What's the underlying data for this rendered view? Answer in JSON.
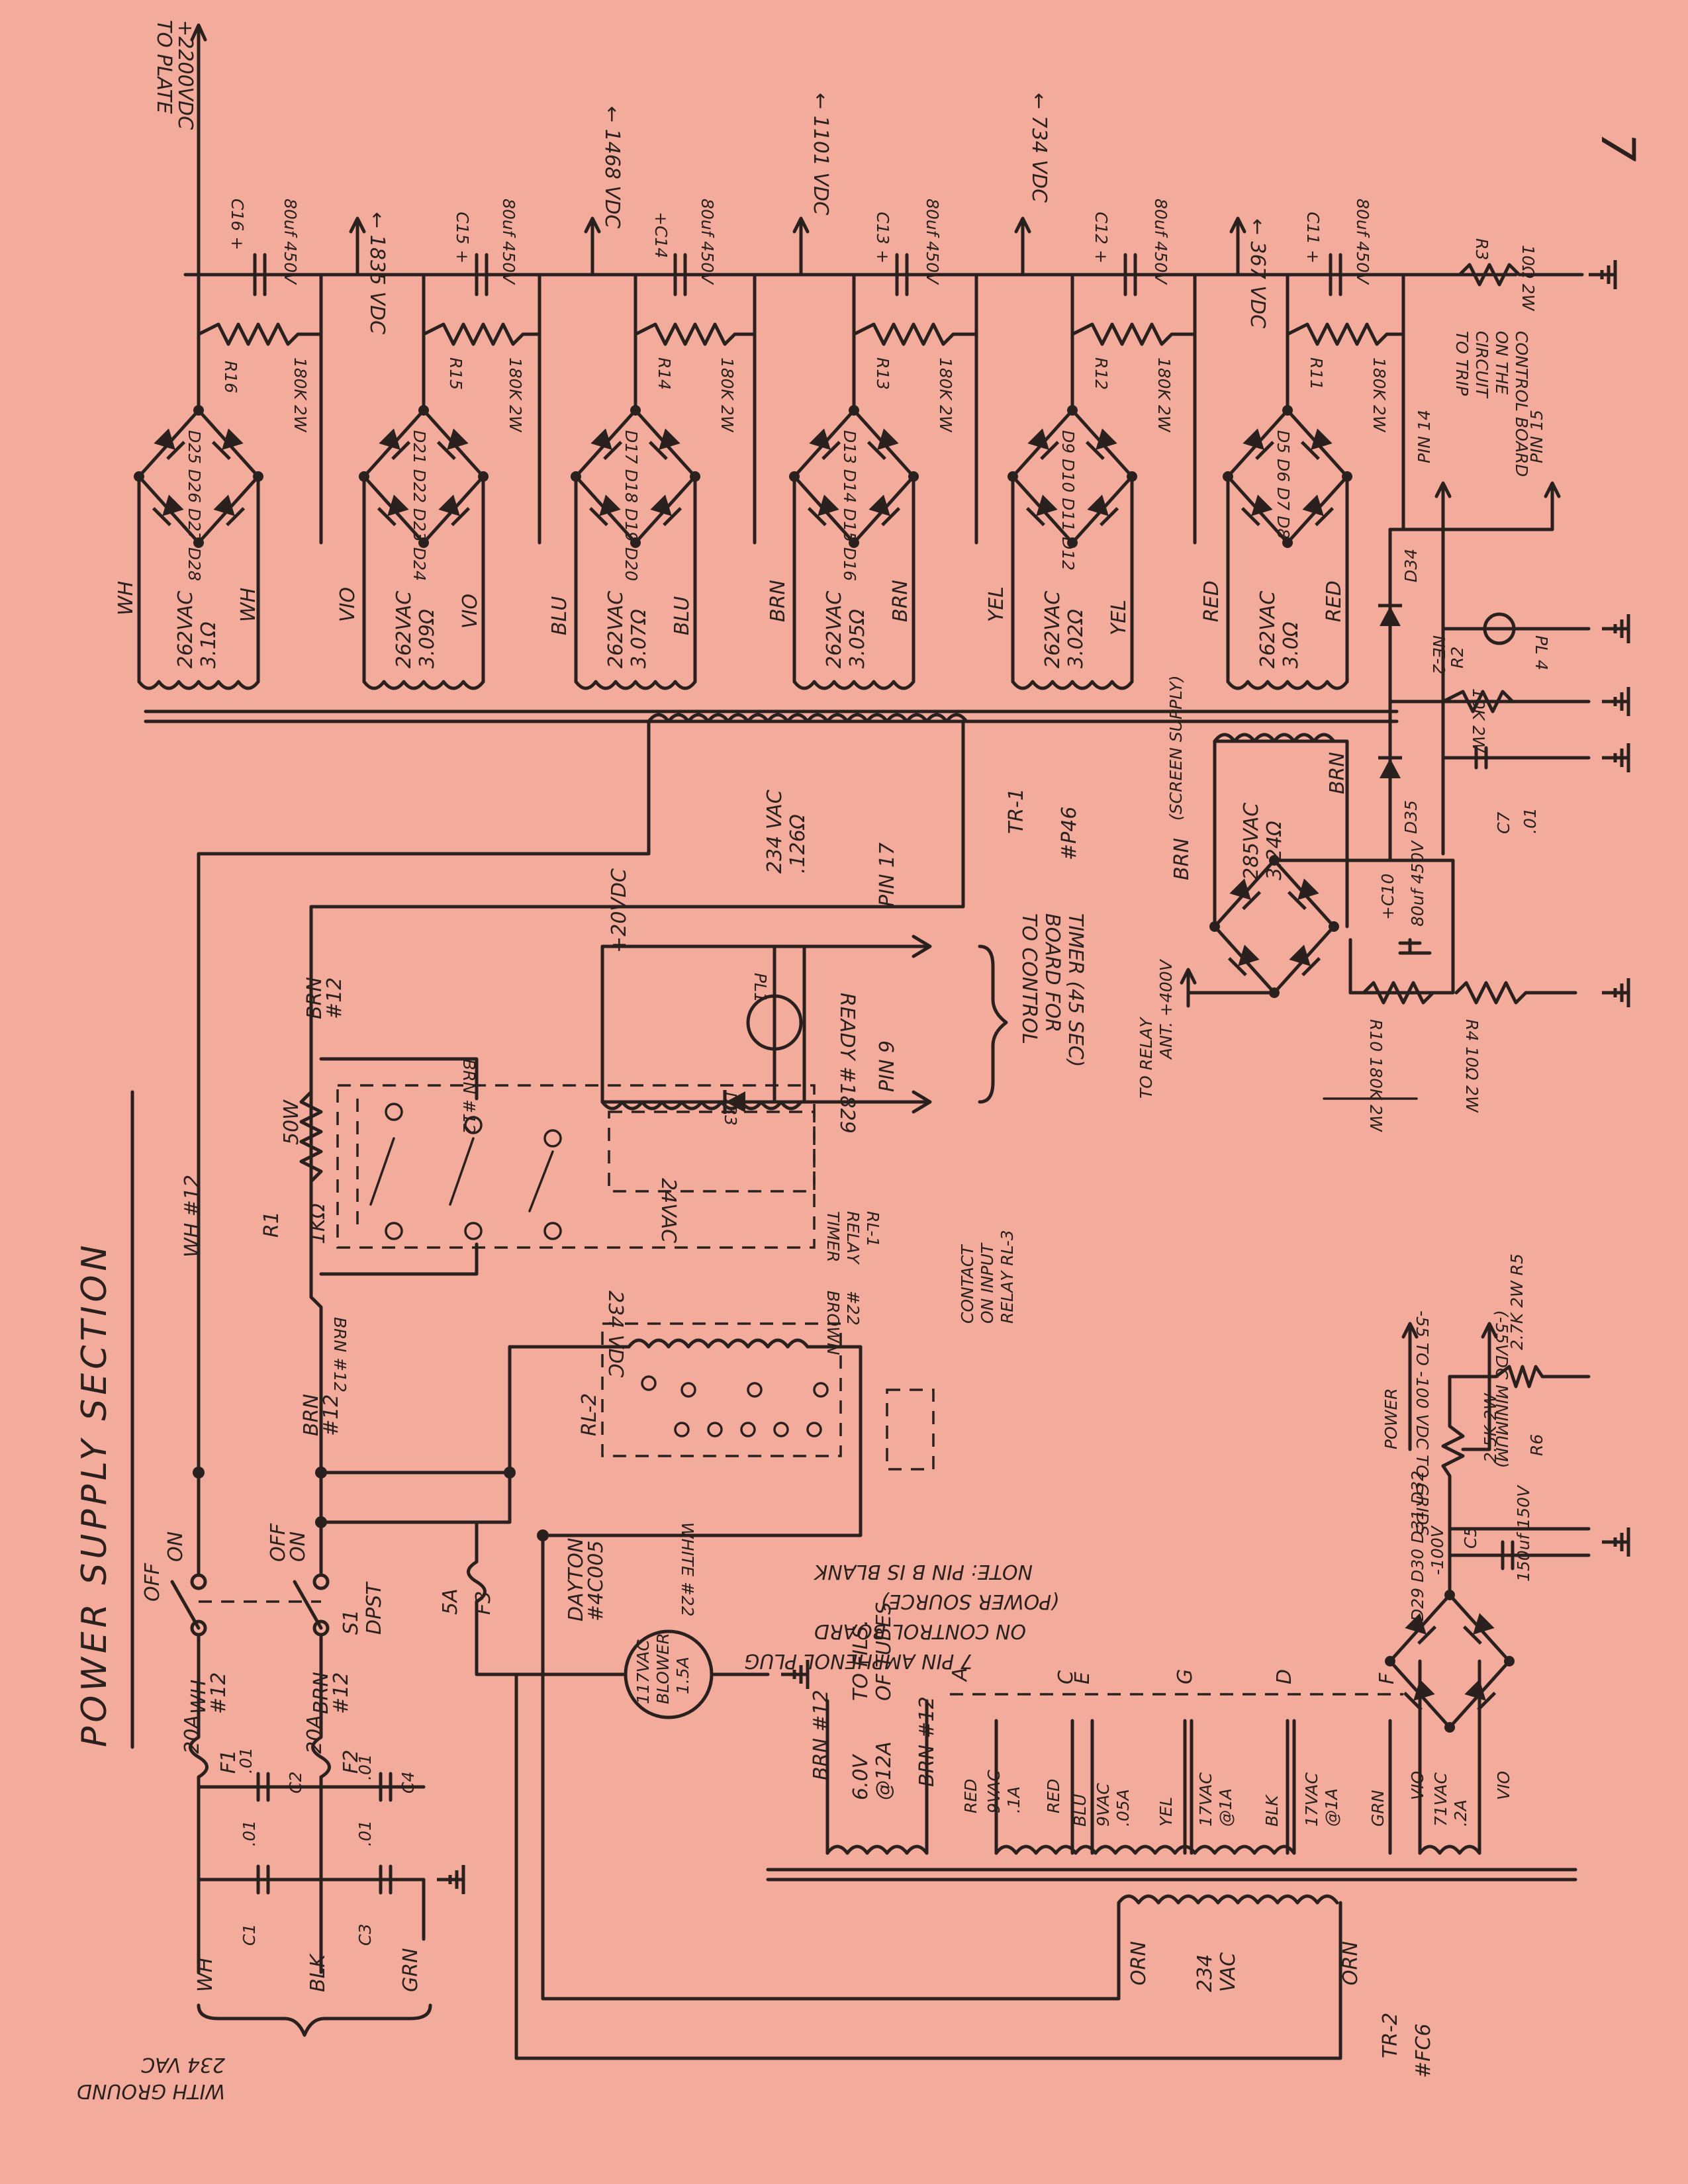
{
  "page": {
    "number": "7",
    "section_title": "POWER SUPPLY SECTION"
  },
  "labels": {
    "hv_output": "+2200VDC",
    "hv_output_dest": "TO PLATE",
    "tap_1835": "← 1835 VDC",
    "tap_1468": "← 1468 VDC",
    "tap_1101": "← 1101 VDC",
    "tap_734": "← 734 VDC",
    "tap_367": "← 367 VDC"
  },
  "caps": {
    "c16": "C16 +",
    "c15": "C15 +",
    "c14": "+C14",
    "c13": "C13 +",
    "c12": "C12 +",
    "c11": "C11 +",
    "value": "80uf 450V"
  },
  "resistors": {
    "r16": "R16",
    "r15": "R15",
    "r14": "R14",
    "r13": "R13",
    "r12": "R12",
    "r11": "R11",
    "bleeder": "180K 2W",
    "bleeder_r11": "180K 2W",
    "r3": "R3",
    "r3_value": "10Ω 2W"
  },
  "diodes": {
    "b1": "D25 D26 D27 D28",
    "b2": "D21 D22 D23 D24",
    "b3": "D17 D18 D19 D20",
    "b4": "D13 D14 D15 D16",
    "b5": "D9 D10 D11 D12",
    "b6": "D5 D6 D7 D8"
  },
  "windings": {
    "w1": {
      "color": "WH",
      "volts": "262VAC",
      "ohms": "3.1Ω"
    },
    "w2": {
      "color": "VIO",
      "volts": "262VAC",
      "ohms": "3.09Ω"
    },
    "w3": {
      "color": "BLU",
      "volts": "262VAC",
      "ohms": "3.07Ω"
    },
    "w4": {
      "color": "BRN",
      "volts": "262VAC",
      "ohms": "3.05Ω"
    },
    "w5": {
      "color": "YEL",
      "volts": "262VAC",
      "ohms": "3.02Ω"
    },
    "w6": {
      "color": "RED",
      "volts": "262VAC",
      "ohms": "3.0Ω"
    }
  },
  "tr1": {
    "volts": "234 VAC",
    "ohms": ".126Ω",
    "name": "TR-1",
    "part": "#P46"
  },
  "trip": {
    "line1": "TO TRIP",
    "line2": "CIRCUIT",
    "line3": "ON THE",
    "line4": "CONTROL BOARD",
    "pin14": "PIN 14",
    "pin15": "PIN 15"
  },
  "lowv": {
    "ne2": "NE-2",
    "pl4": "PL 4",
    "d34": "D34",
    "d35": "D35",
    "r2": "R2",
    "r2_value": "10K 2W",
    "c7": "C7",
    "c7_value": ".01"
  },
  "screen": {
    "winding_color": "BRN",
    "volts": "285VAC",
    "ohms": "3.24Ω",
    "supply": "(SCREEN SUPPLY)",
    "relay_to": "TO RELAY",
    "relay_v": "ANT. +400V",
    "c10": "+C10",
    "c10_value": "80uf 450V",
    "r10": "R10 180K 2W",
    "r4": "R4 10Ω 2W"
  },
  "timer": {
    "pin17": "PIN 17",
    "pin9": "PIN 9",
    "to_control_1": "TO CONTROL",
    "to_control_2": "BOARD FOR",
    "to_control_3": "TIMER (45 SEC)",
    "ready": "READY #1829",
    "pl1": "PL1",
    "d33": "D33",
    "vdc": "+20VDC",
    "coil_vac": "24VAC",
    "relay_1": "TIMER",
    "relay_2": "RELAY",
    "relay_3": "RL-1"
  },
  "r1": {
    "name": "R1",
    "watts": "50W",
    "ohms": "1KΩ",
    "brn12": "BRN #12",
    "brn": "BRN",
    "num12": "#12",
    "wh12": "WH #12"
  },
  "rl2": {
    "name": "RL-2",
    "vdc": "234 VDC",
    "brown": "BROWN",
    "num22": "#22",
    "contact_1": "CONTACT",
    "contact_2": "ON INPUT",
    "contact_3": "RELAY RL-3",
    "white22": "WHITE #22"
  },
  "switch": {
    "on": "ON",
    "off": "OFF",
    "s1": "S1",
    "dpst": "DPST",
    "f3_rating": "5A",
    "f3": "F3"
  },
  "input": {
    "f1_rating": "20A",
    "f1": "F1",
    "f2_rating": "20A",
    "f2": "F2",
    "wh12_a": "WH",
    "brn_a": "BRN",
    "num12": "#12",
    "wh": "WH",
    "blk": "BLK",
    "grn": "GRN",
    "c1": "C1",
    "c2": "C2",
    "c3": "C3",
    "c4": "C4",
    "cval": ".01",
    "vac": "234 VAC",
    "with_ground": "WITH GROUND"
  },
  "blower": {
    "make": "DAYTON",
    "part": "#4C005",
    "vac": "117VAC",
    "name": "BLOWER",
    "amps": "1.5A"
  },
  "tr2": {
    "fil_wire": "BRN #12",
    "fil_v": "6.0V",
    "fil_a": "@12A",
    "to_fils": "TO FILS.",
    "of_tubes": "OF TUBES",
    "s1_color_a": "RED",
    "s1_v": "9VAC",
    "s1_a": ".1A",
    "s2_color_a": "BLU",
    "s2_v": "9VAC",
    "s2_a": ".05A",
    "s2_color_b": "YEL",
    "s3_v": "17VAC",
    "s3_a": "@1A",
    "s3_color": "BLK",
    "s4_v": "17VAC",
    "s4_a": "@1A",
    "s4_color": "GRN",
    "s5_color": "VIO",
    "s5_v": "71VAC",
    "s5_a": ".2A",
    "pri_color": "ORN",
    "pri_v": "234",
    "pri_unit": "VAC",
    "name": "TR-2",
    "part": "#FC6"
  },
  "plug": {
    "a": "A",
    "c": "C",
    "e": "E",
    "g": "G",
    "d": "D",
    "f": "F",
    "title_1": "7 PIN AMPHENOL PLUG",
    "title_2": "ON CONTROL BOARD",
    "title_3": "(POWER SOURCE)",
    "note": "NOTE: PIN B IS BLANK"
  },
  "bias": {
    "power": "POWER",
    "minus100": "-100V",
    "c5": "C5",
    "c6_value": "150uf 150V",
    "r6": "R6",
    "r6_value": "2.5K 2W",
    "r5": "2.7K 2W R5",
    "grids": "-55 TO -100 VDC TO GRIDS",
    "minimum": "(-55VDC MINIMUM)",
    "diodes": "D29 D30 D31 D32"
  }
}
